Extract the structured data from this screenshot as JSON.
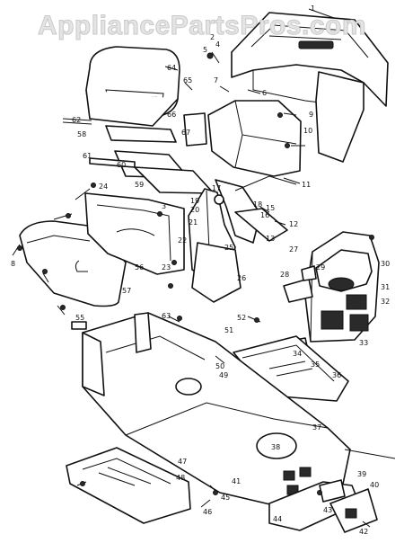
{
  "watermark": "AppliancePartsPros.com",
  "callouts": [
    {
      "id": "c1",
      "text": "1"
    },
    {
      "id": "c2",
      "text": "2"
    },
    {
      "id": "c3",
      "text": "3"
    },
    {
      "id": "c4",
      "text": "4"
    },
    {
      "id": "c5",
      "text": "5"
    },
    {
      "id": "c6",
      "text": "6"
    },
    {
      "id": "c7",
      "text": "7"
    },
    {
      "id": "c8",
      "text": "8"
    },
    {
      "id": "c9",
      "text": "9"
    },
    {
      "id": "c10",
      "text": "10"
    },
    {
      "id": "c11",
      "text": "11"
    },
    {
      "id": "c12",
      "text": "12"
    },
    {
      "id": "c13",
      "text": "13"
    },
    {
      "id": "c15",
      "text": "15"
    },
    {
      "id": "c16",
      "text": "16"
    },
    {
      "id": "c17",
      "text": "17"
    },
    {
      "id": "c18",
      "text": "18"
    },
    {
      "id": "c19",
      "text": "19"
    },
    {
      "id": "c20",
      "text": "20"
    },
    {
      "id": "c21",
      "text": "21"
    },
    {
      "id": "c22",
      "text": "22"
    },
    {
      "id": "c23",
      "text": "23"
    },
    {
      "id": "c24",
      "text": "24"
    },
    {
      "id": "c25",
      "text": "25"
    },
    {
      "id": "c26",
      "text": "26"
    },
    {
      "id": "c27",
      "text": "27"
    },
    {
      "id": "c28",
      "text": "28"
    },
    {
      "id": "c29",
      "text": "29"
    },
    {
      "id": "c30",
      "text": "30"
    },
    {
      "id": "c31",
      "text": "31"
    },
    {
      "id": "c32",
      "text": "32"
    },
    {
      "id": "c33",
      "text": "33"
    },
    {
      "id": "c34",
      "text": "34"
    },
    {
      "id": "c35",
      "text": "35"
    },
    {
      "id": "c36",
      "text": "36"
    },
    {
      "id": "c37",
      "text": "37"
    },
    {
      "id": "c38",
      "text": "38"
    },
    {
      "id": "c39",
      "text": "39"
    },
    {
      "id": "c40",
      "text": "40"
    },
    {
      "id": "c41",
      "text": "41"
    },
    {
      "id": "c42",
      "text": "42"
    },
    {
      "id": "c43",
      "text": "43"
    },
    {
      "id": "c44",
      "text": "44"
    },
    {
      "id": "c45",
      "text": "45"
    },
    {
      "id": "c46",
      "text": "46"
    },
    {
      "id": "c47",
      "text": "47"
    },
    {
      "id": "c48",
      "text": "48"
    },
    {
      "id": "c49",
      "text": "49"
    },
    {
      "id": "c50",
      "text": "50"
    },
    {
      "id": "c51",
      "text": "51"
    },
    {
      "id": "c52",
      "text": "52"
    },
    {
      "id": "c55",
      "text": "55"
    },
    {
      "id": "c56",
      "text": "56"
    },
    {
      "id": "c57",
      "text": "57"
    },
    {
      "id": "c58",
      "text": "58"
    },
    {
      "id": "c59",
      "text": "59"
    },
    {
      "id": "c60",
      "text": "60"
    },
    {
      "id": "c61",
      "text": "61"
    },
    {
      "id": "c62",
      "text": "62"
    },
    {
      "id": "c63",
      "text": "63"
    },
    {
      "id": "c64",
      "text": "64"
    },
    {
      "id": "c65",
      "text": "65"
    },
    {
      "id": "c66",
      "text": "66"
    },
    {
      "id": "c67",
      "text": "67"
    }
  ]
}
